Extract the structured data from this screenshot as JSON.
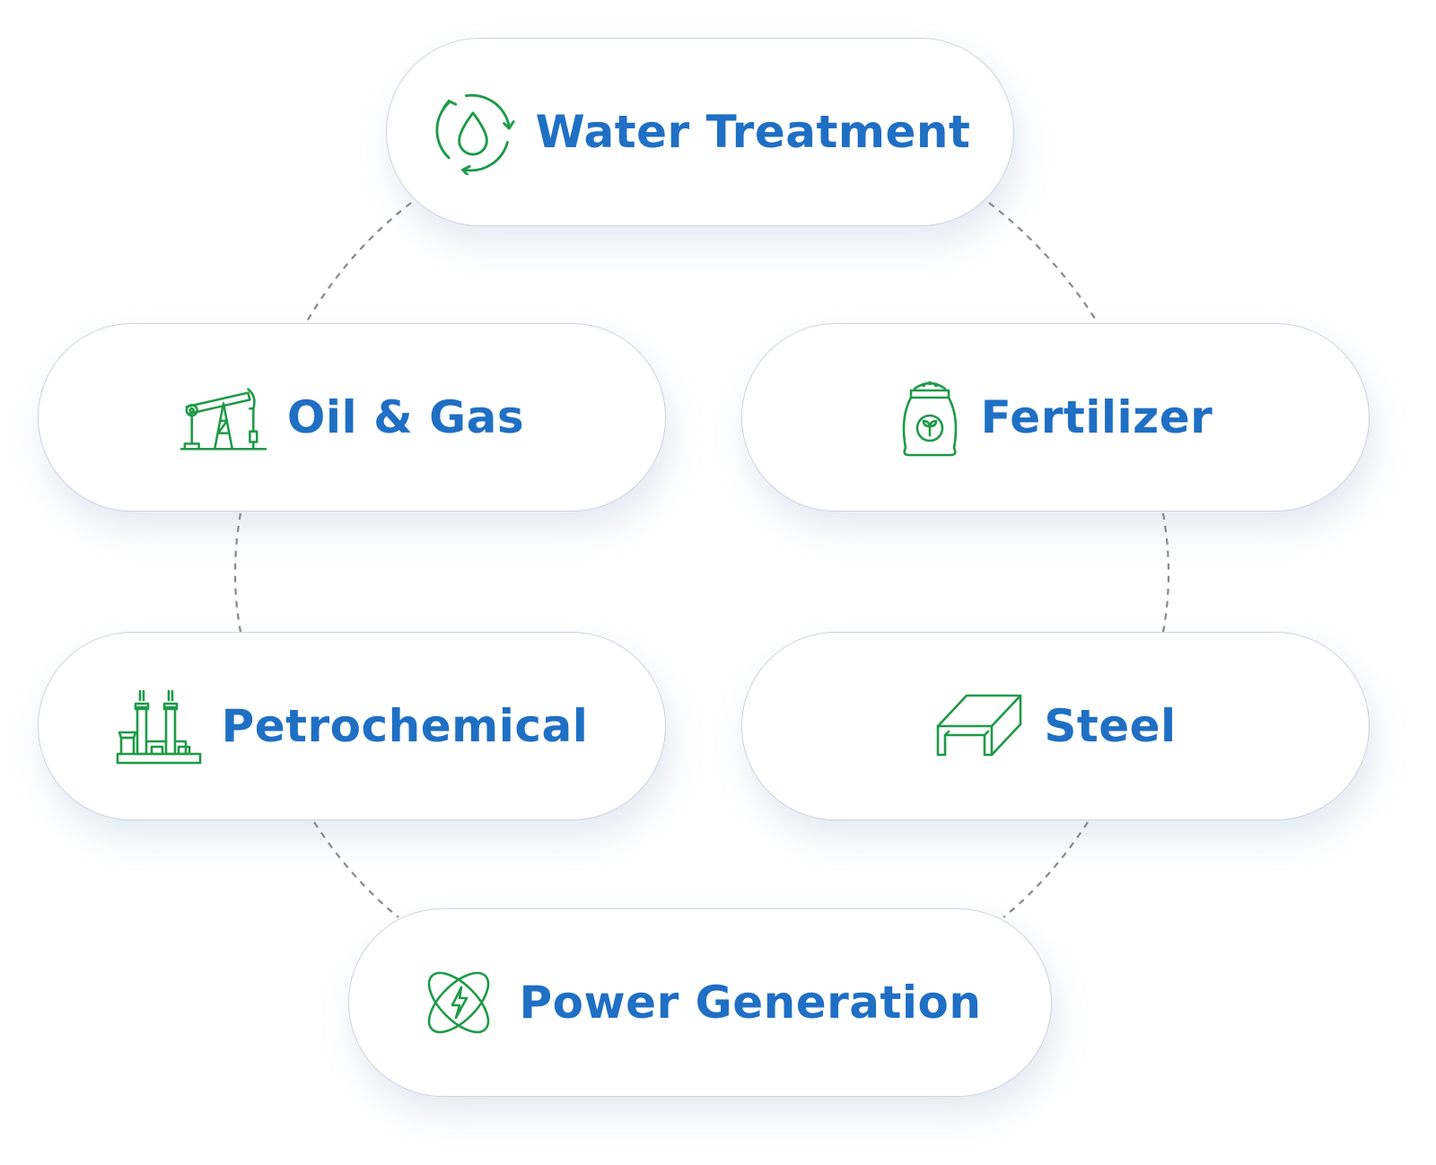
{
  "colors": {
    "label": "#1f6fc4",
    "icon": "#1e9a47",
    "connector": "#888888",
    "pill_border": "#cfd3da"
  },
  "nodes": [
    {
      "id": "water",
      "label": "Water Treatment",
      "icon": "water-recycle-icon"
    },
    {
      "id": "oil",
      "label": "Oil & Gas",
      "icon": "oil-pump-jack-icon"
    },
    {
      "id": "fert",
      "label": "Fertilizer",
      "icon": "fertilizer-bag-icon"
    },
    {
      "id": "petro",
      "label": "Petrochemical",
      "icon": "refinery-plant-icon"
    },
    {
      "id": "steel",
      "label": "Steel",
      "icon": "steel-beam-icon"
    },
    {
      "id": "power",
      "label": "Power Generation",
      "icon": "atom-energy-icon"
    }
  ]
}
